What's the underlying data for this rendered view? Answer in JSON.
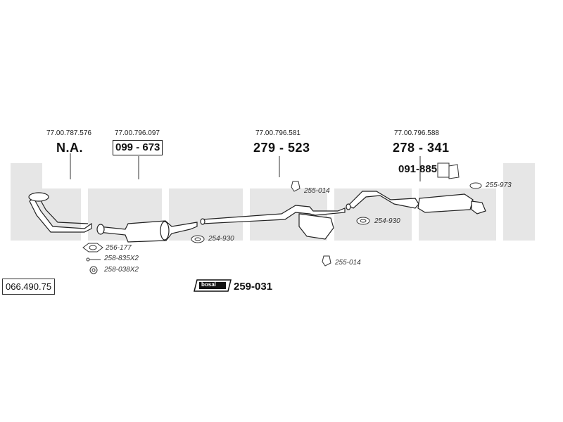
{
  "diagram": {
    "reference": "066.490.75",
    "watermark": "bosal",
    "parts": [
      {
        "oe": "77.00.787.576",
        "label": "N.A."
      },
      {
        "oe": "77.00.796.097",
        "label": "099 - 673"
      },
      {
        "oe": "77.00.796.581",
        "label": "279 - 523"
      },
      {
        "oe": "77.00.796.588",
        "label": "278 - 341"
      }
    ],
    "mount_part": "091-885",
    "kit": {
      "badge": "bosal",
      "label": "259-031"
    },
    "hardware": [
      "256-177",
      "258-835X2",
      "258-038X2",
      "254-930",
      "255-014",
      "254-930",
      "255-014",
      "255-973"
    ]
  }
}
